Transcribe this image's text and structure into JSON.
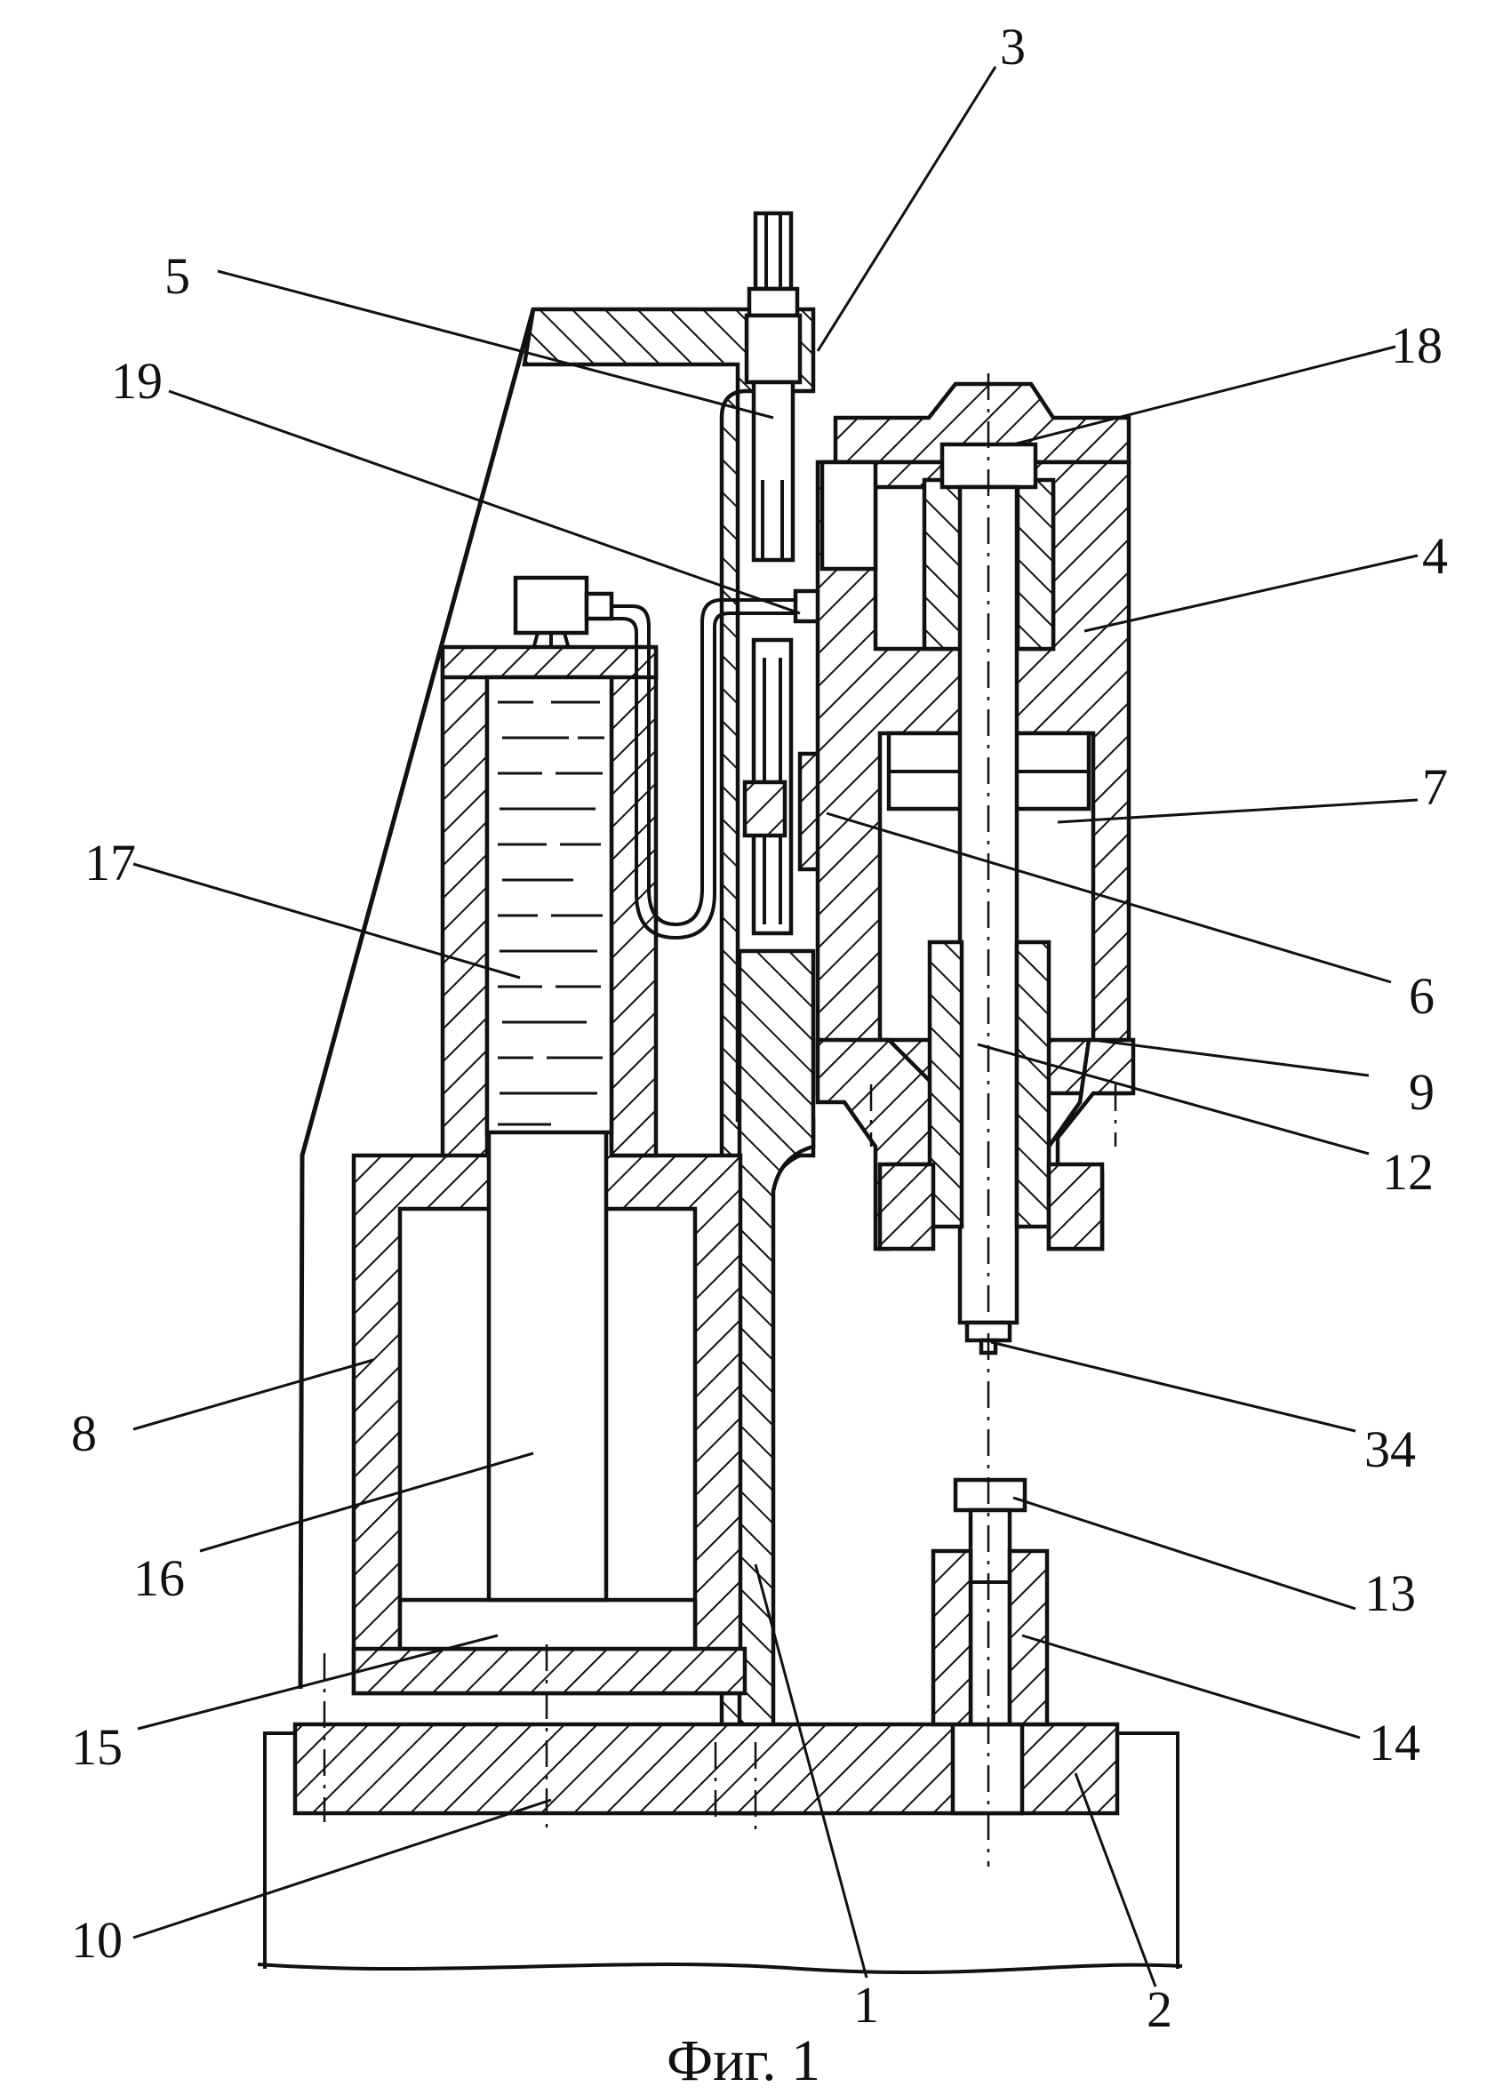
{
  "figure": {
    "caption": "Фиг. 1",
    "labels": {
      "l1": "1",
      "l2": "2",
      "l3": "3",
      "l4": "4",
      "l5": "5",
      "l6": "6",
      "l7": "7",
      "l8": "8",
      "l9": "9",
      "l10": "10",
      "l12": "12",
      "l13": "13",
      "l14": "14",
      "l15": "15",
      "l16": "16",
      "l17": "17",
      "l18": "18",
      "l19": "19",
      "l34": "34"
    }
  }
}
